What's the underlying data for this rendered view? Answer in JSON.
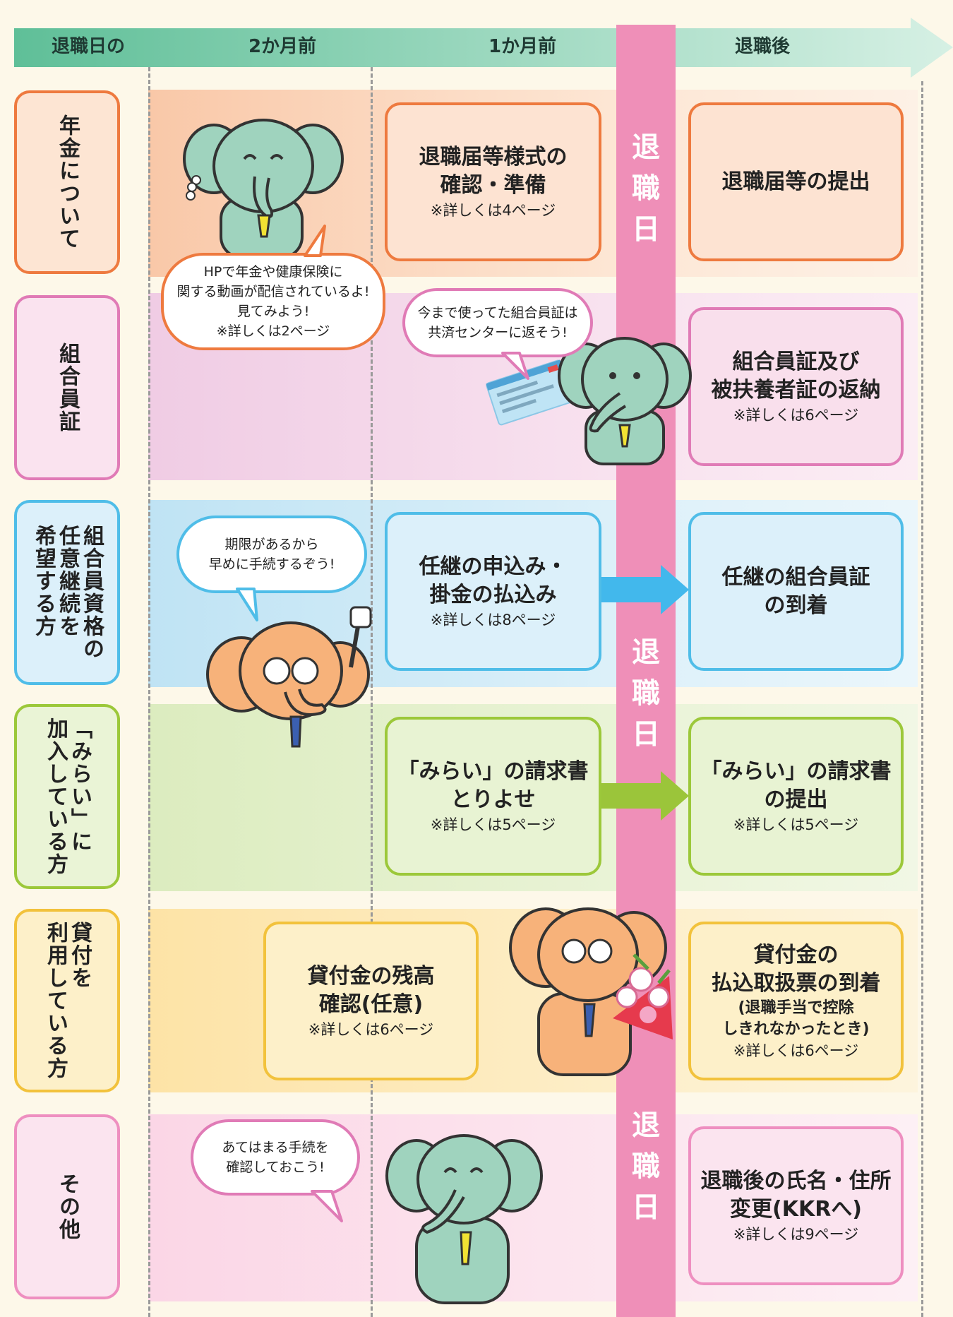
{
  "header": {
    "col1": "退職日の",
    "col2": "2か月前",
    "col3": "1か月前",
    "col4": "退職後"
  },
  "taishoku_bi": "退\n職\n日",
  "rows": {
    "pension": {
      "label": "年金について",
      "box1": {
        "title": "退職届等様式の\n確認・準備",
        "note": "※詳しくは4ページ"
      },
      "box2": {
        "title": "退職届等の提出"
      }
    },
    "card": {
      "label": "組合員証",
      "box2": {
        "title": "組合員証及び\n被扶養者証の返納",
        "note": "※詳しくは6ページ"
      }
    },
    "voluntary": {
      "label": "組合員資格の\n任意継続を\n希望する方",
      "box1": {
        "title": "任継の申込み・\n掛金の払込み",
        "note": "※詳しくは8ページ"
      },
      "box2": {
        "title": "任継の組合員証\nの到着"
      }
    },
    "mirai": {
      "label": "「みらい」に\n加入している方",
      "box1": {
        "title": "「みらい」の請求書\nとりよせ",
        "note": "※詳しくは5ページ"
      },
      "box2": {
        "title": "「みらい」の請求書\nの提出",
        "note": "※詳しくは5ページ"
      }
    },
    "loan": {
      "label": "貸付を\n利用している方",
      "box1": {
        "title": "貸付金の残高\n確認(任意)",
        "note": "※詳しくは6ページ"
      },
      "box2": {
        "title": "貸付金の\n払込取扱票の到着",
        "sub": "(退職手当で控除\nしきれなかったとき)",
        "note": "※詳しくは6ページ"
      }
    },
    "other": {
      "label": "その他",
      "box2": {
        "title": "退職後の氏名・住所\n変更(KKRへ)",
        "note": "※詳しくは9ページ"
      }
    }
  },
  "bubbles": {
    "hp": {
      "text": "HPで年金や健康保険に\n関する動画が配信されているよ!\n見てみよう!",
      "note": "※詳しくは2ページ"
    },
    "card": {
      "text": "今まで使ってた組合員証は\n共済センターに返そう!"
    },
    "deadline": {
      "text": "期限があるから\n早めに手続するぞう!"
    },
    "check": {
      "text": "あてはまる手続を\n確認しておこう!"
    }
  },
  "colors": {
    "header_start": "#5fbf98",
    "header_end": "#cfeee0",
    "taishoku_bar": "#ef8fb8",
    "pension": "#ee7a3f",
    "card": "#e07bb6",
    "voluntary": "#4fbde8",
    "mirai": "#9cc83a",
    "loan": "#f2c23c",
    "other": "#ee8fc0",
    "elephant_green": "#9fd3be",
    "elephant_orange": "#f7b27a"
  }
}
